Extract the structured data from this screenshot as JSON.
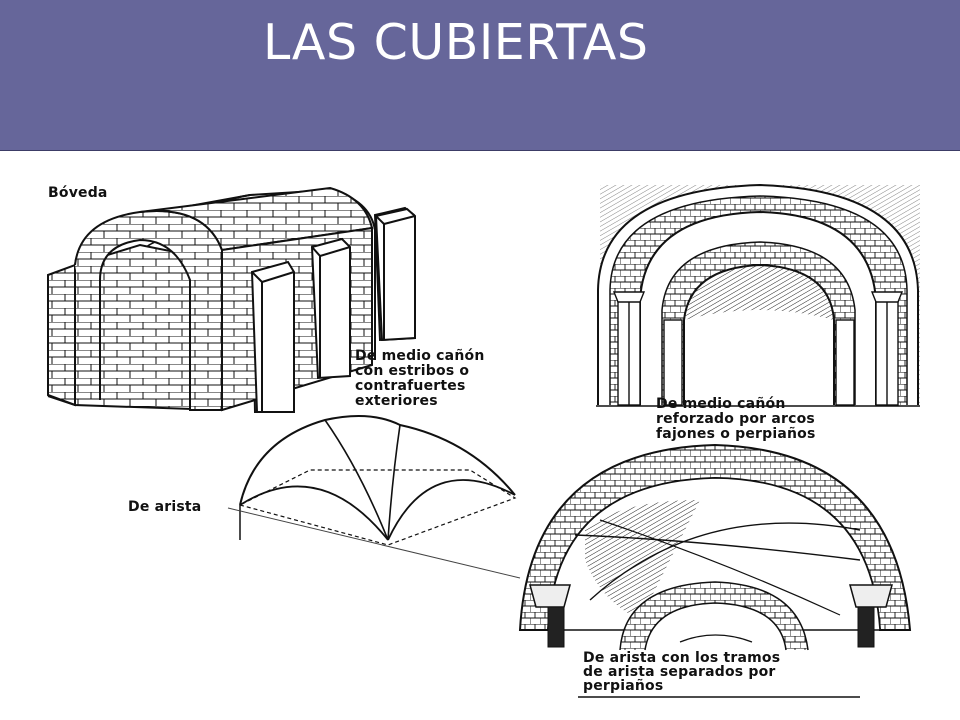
{
  "slide": {
    "title": "LAS CUBIERTAS"
  },
  "figure": {
    "heading": "Bóveda",
    "labels": {
      "canon_estribos": "De medio cañón\ncon estribos o\ncontrafuertes\nexteriores",
      "canon_reforzado": "De medio cañón\nreforzado por arcos\nfajones o perpiaños",
      "arista": "De arista",
      "arista_tramos": "De arista con los tramos\nde arista separados por\nperpiaños"
    }
  },
  "colors": {
    "header": "#66669a",
    "title_text": "#ffffff",
    "ink": "#111111"
  }
}
